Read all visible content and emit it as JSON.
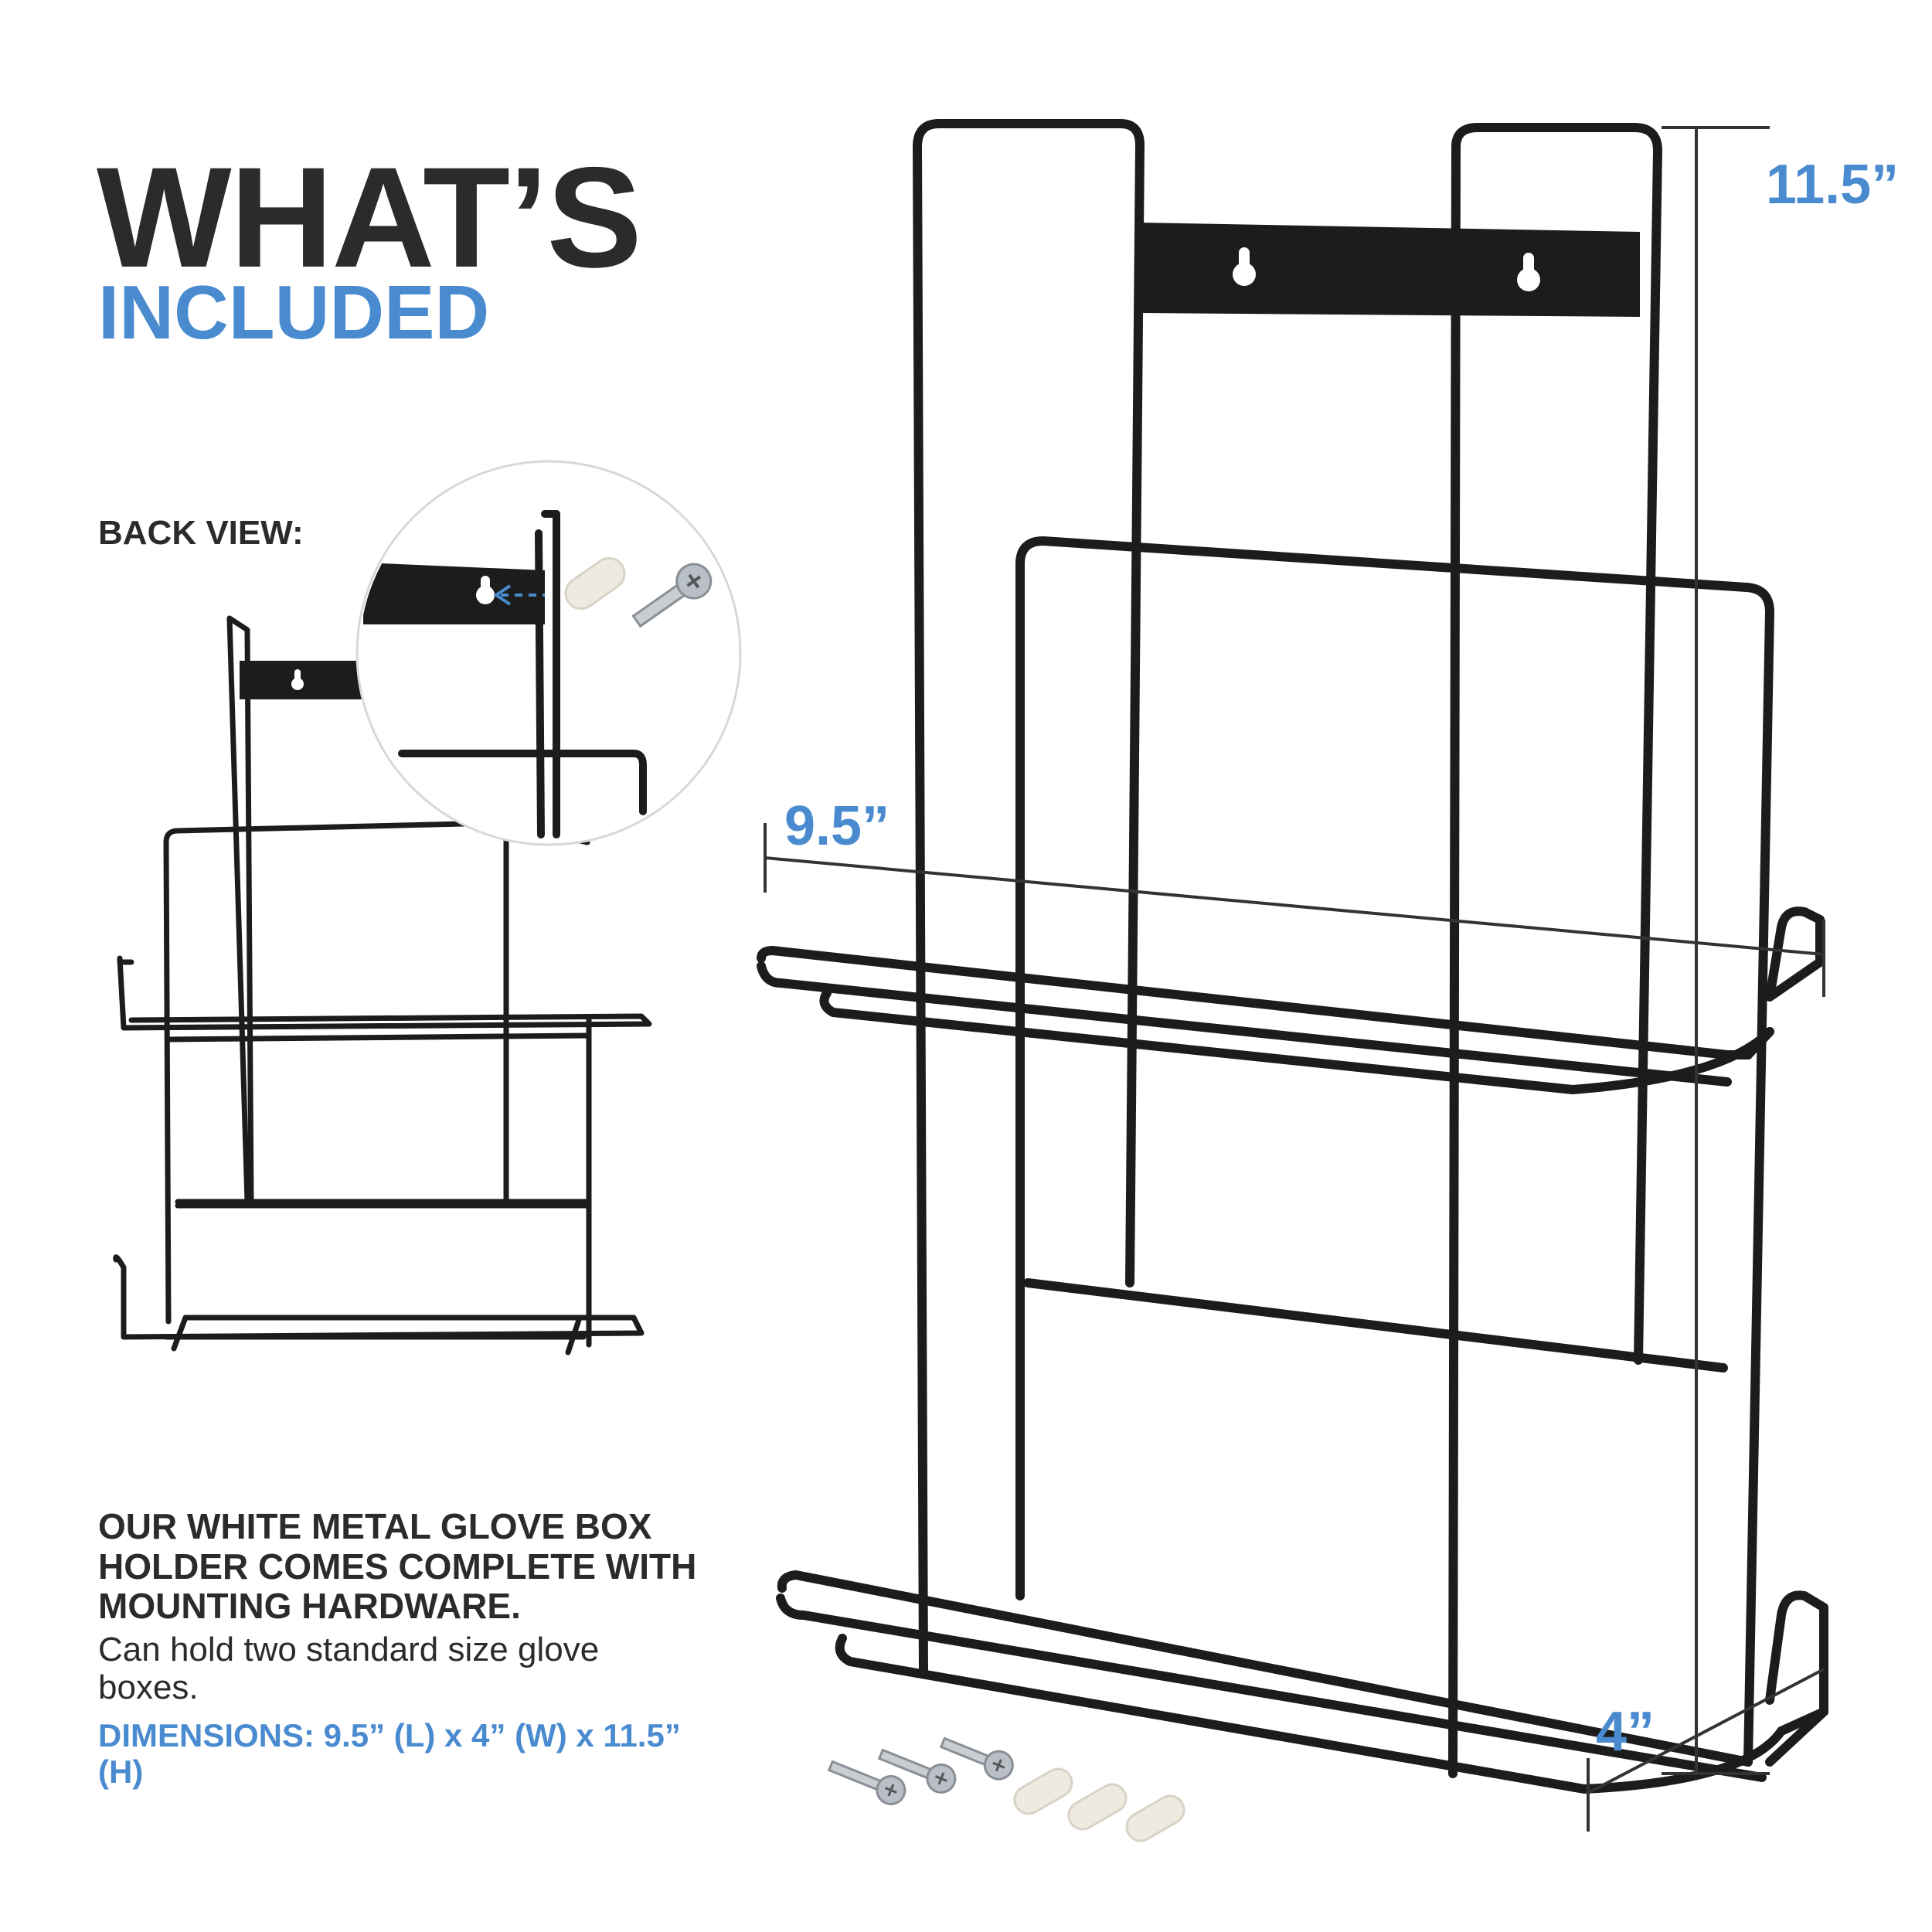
{
  "heading": {
    "line1": "WHAT’S",
    "line2": "INCLUDED"
  },
  "back_view_label": "BACK VIEW:",
  "description": {
    "bold": "OUR WHITE METAL GLOVE BOX HOLDER COMES COMPLETE WITH MOUNTING HARDWARE.",
    "normal": "Can hold two standard size glove boxes.",
    "dimensions": "DIMENSIONS: 9.5” (L) x 4” (W) x 11.5” (H)"
  },
  "dimension_labels": {
    "height": "11.5”",
    "length": "9.5”",
    "width": "4”"
  },
  "colors": {
    "text_dark": "#2b2b2b",
    "accent_blue": "#4a8bd0",
    "wire": "#1c1c1c"
  }
}
